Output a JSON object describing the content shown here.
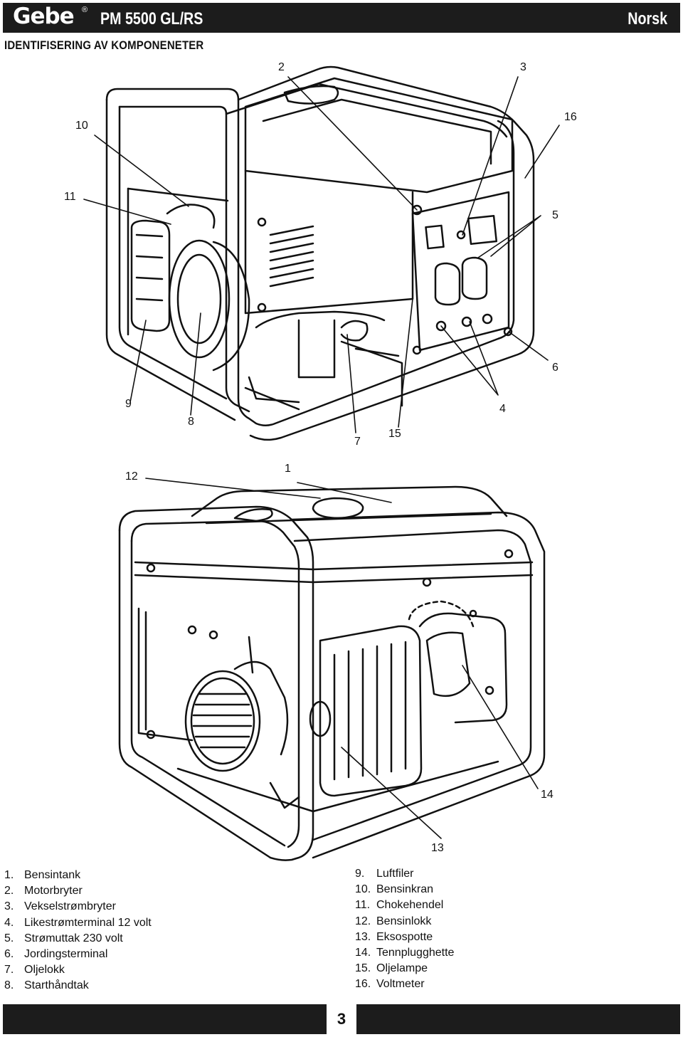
{
  "header": {
    "brand": "Gebe",
    "registered": "®",
    "model": "PM 5500 GL/RS",
    "language": "Norsk"
  },
  "section_title": "IDENTIFISERING AV KOMPONENETER",
  "callouts": {
    "c1": "1",
    "c2": "2",
    "c3": "3",
    "c4": "4",
    "c5": "5",
    "c6": "6",
    "c7": "7",
    "c8": "8",
    "c9": "9",
    "c10": "10",
    "c11": "11",
    "c12": "12",
    "c13": "13",
    "c14": "14",
    "c15": "15",
    "c16": "16"
  },
  "legend_left": [
    {
      "num": "1.",
      "label": "Bensintank"
    },
    {
      "num": "2.",
      "label": "Motorbryter"
    },
    {
      "num": "3.",
      "label": "Vekselstrømbryter"
    },
    {
      "num": "4.",
      "label": "Likestrømterminal 12 volt"
    },
    {
      "num": "5.",
      "label": "Strømuttak 230 volt"
    },
    {
      "num": "6.",
      "label": "Jordingsterminal"
    },
    {
      "num": "7.",
      "label": "Oljelokk"
    },
    {
      "num": "8.",
      "label": "Starthåndtak"
    }
  ],
  "legend_right": [
    {
      "num": "9.",
      "label": "Luftfiler"
    },
    {
      "num": "10.",
      "label": "Bensinkran"
    },
    {
      "num": "11.",
      "label": "Chokehendel"
    },
    {
      "num": "12.",
      "label": "Bensinlokk"
    },
    {
      "num": "13.",
      "label": "Eksospotte"
    },
    {
      "num": "14.",
      "label": "Tennplugghette"
    },
    {
      "num": "15.",
      "label": "Oljelampe"
    },
    {
      "num": "16.",
      "label": "Voltmeter"
    }
  ],
  "page_number": "3"
}
